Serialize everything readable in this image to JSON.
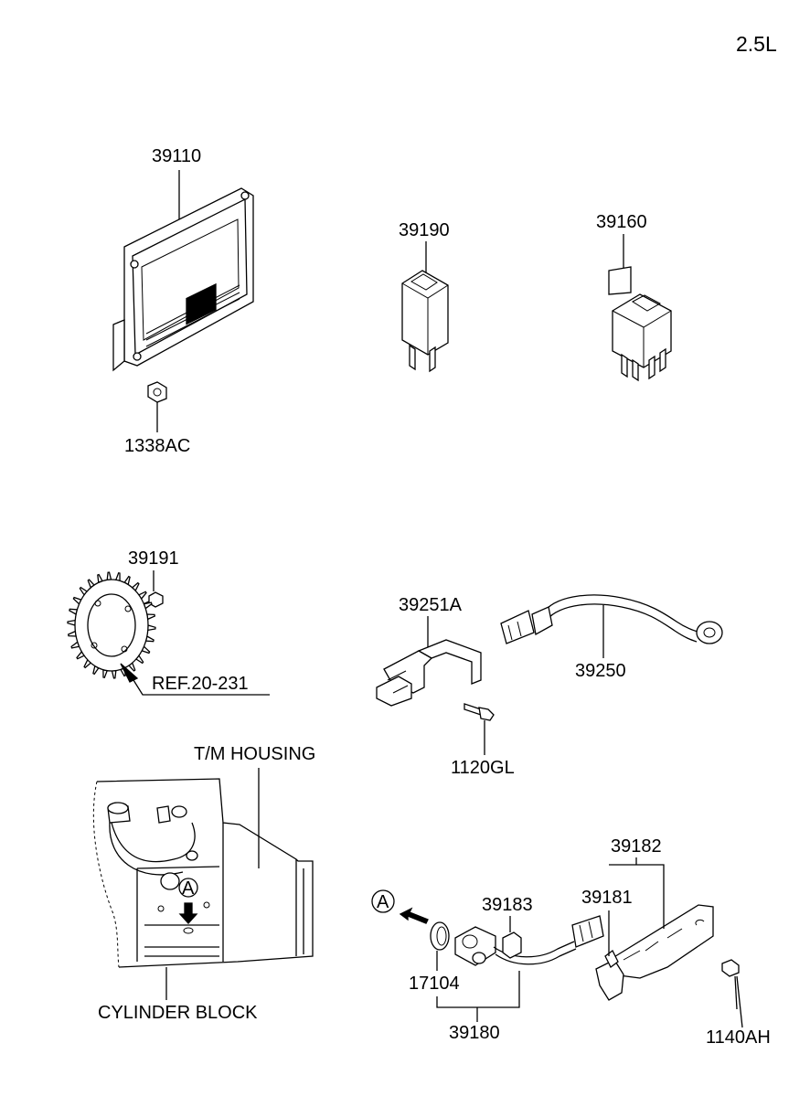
{
  "engine_label": "2.5L",
  "parts": {
    "ecu": "39110",
    "ecu_nut": "1338AC",
    "relay_small": "39190",
    "relay_large": "39160",
    "bolt_39191": "39191",
    "ref_label": "REF.20-231",
    "bracket": "39251A",
    "knock_sensor": "39250",
    "bolt_1120gl": "1120GL",
    "tm_housing": "T/M HOUSING",
    "cylinder_block": "CYLINDER BLOCK",
    "view_marker": "A",
    "crank_assembly": "39180",
    "o_ring": "17104",
    "bolt_39183": "39183",
    "sensor_39181": "39181",
    "sensor_bracket": "39182",
    "bolt_1140ah": "1140AH"
  }
}
